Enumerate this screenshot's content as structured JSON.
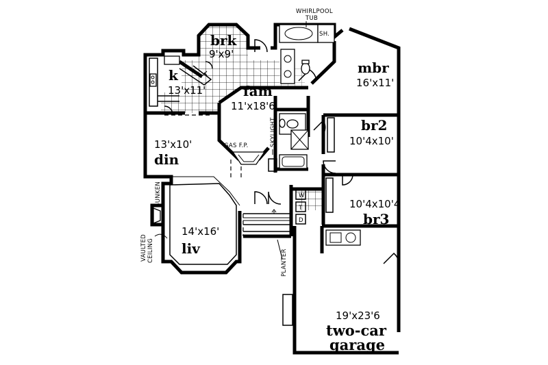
{
  "rooms": {
    "brk": {
      "name": "brk",
      "dim": "9'x9'"
    },
    "k": {
      "name": "k",
      "dim": "13'x11'"
    },
    "fam": {
      "name": "fam",
      "dim": "11'x18'6"
    },
    "mbr": {
      "name": "mbr",
      "dim": "16'x11'"
    },
    "br2": {
      "name": "br2",
      "dim": "10'4x10'"
    },
    "din": {
      "name": "din",
      "dim": "13'x10'"
    },
    "br3": {
      "name": "br3",
      "dim": "10'4x10'4"
    },
    "liv": {
      "name": "liv",
      "dim": "14'x16'"
    },
    "garage": {
      "name_line1": "two-car",
      "name_line2": "garage",
      "dim": "19'x23'6"
    }
  },
  "notes": {
    "whirlpool_line1": "WHIRLPOOL",
    "whirlpool_line2": "TUB",
    "shower": "SH.",
    "skylight": "SKYLIGHT",
    "gas_fp": "GAS F.P.",
    "sunken": "SUNKEN",
    "vaulted_line1": "VAULTED",
    "vaulted_line2": "CEILING",
    "planter": "PLANTER",
    "washer": "W",
    "toilet_t": "T",
    "dryer": "D"
  }
}
